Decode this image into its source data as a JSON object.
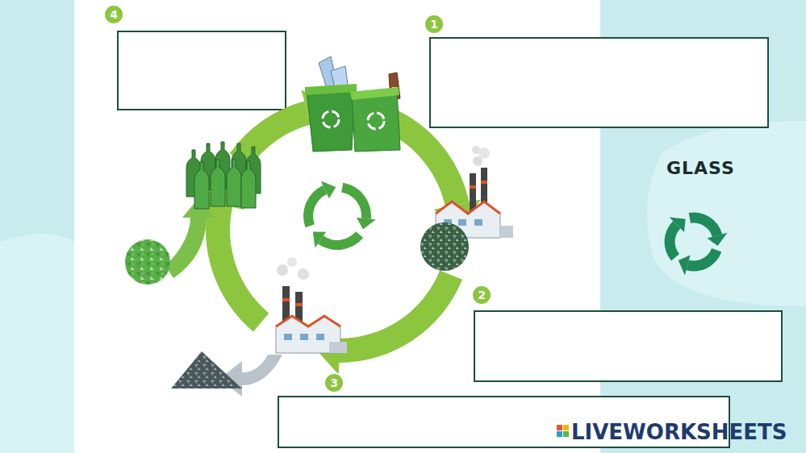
{
  "diagram": {
    "labels": [
      "1",
      "2",
      "3",
      "4",
      "GLASS",
      "LIVEWORKSHEETS"
    ]
  }
}
